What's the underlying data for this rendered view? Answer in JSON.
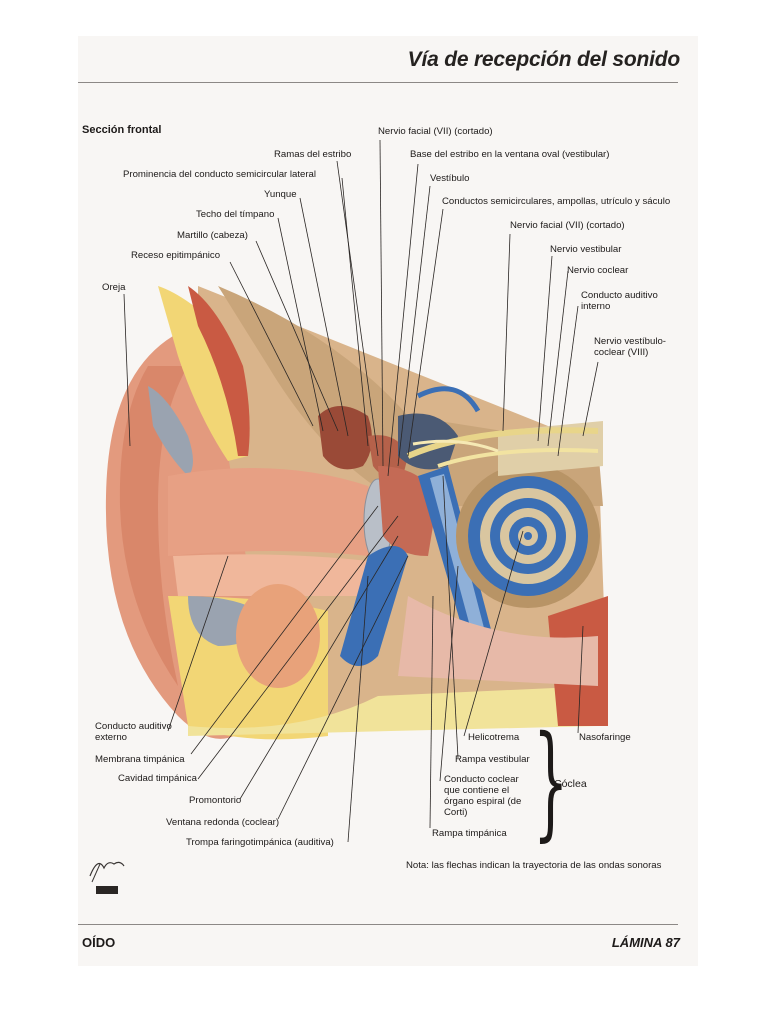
{
  "header": {
    "title": "Vía de recepción del sonido",
    "section": "Sección frontal"
  },
  "labels": {
    "nervio_facial_top": "Nervio facial (VII) (cortado)",
    "ramas_estribo": "Ramas del estribo",
    "base_estribo": "Base del estribo en la ventana oval (vestibular)",
    "prominencia": "Prominencia del conducto semicircular lateral",
    "vestibulo": "Vestíbulo",
    "yunque": "Yunque",
    "conductos_semicirculares": "Conductos semicirculares, ampollas, utrículo y sáculo",
    "techo_timpano": "Techo del tímpano",
    "nervio_facial_right": "Nervio facial (VII) (cortado)",
    "martillo": "Martillo (cabeza)",
    "nervio_vestibular": "Nervio vestibular",
    "receso": "Receso epitimpánico",
    "nervio_coclear": "Nervio coclear",
    "oreja": "Oreja",
    "conducto_auditivo_interno": "Conducto auditivo interno",
    "nervio_vestibulococlear": "Nervio vestíbulo-coclear (VIII)",
    "conducto_auditivo_externo": "Conducto auditivo externo",
    "membrana_timpanica": "Membrana timpánica",
    "cavidad_timpanica": "Cavidad timpánica",
    "promontorio": "Promontorio",
    "ventana_redonda": "Ventana redonda (coclear)",
    "trompa": "Trompa faringotimpánica (auditiva)",
    "helicotrema": "Helicotrema",
    "rampa_vestibular": "Rampa vestibular",
    "conducto_coclear": "Conducto coclear que contiene el órgano espiral (de Corti)",
    "rampa_timpanica": "Rampa timpánica",
    "coclea": "Cóclea",
    "nasofaringe": "Nasofaringe"
  },
  "note": "Nota: las flechas indican la trayectoria de las ondas sonoras",
  "footer": {
    "left": "OÍDO",
    "right": "LÁMINA 87"
  },
  "colors": {
    "skin": "#e39a7e",
    "bone": "#c9a57a",
    "fat": "#f2d675",
    "endolymph_blue": "#3b6fb5",
    "muscle": "#c95a43",
    "nerve": "#e8d58a",
    "paper": "#f8f6f4"
  }
}
